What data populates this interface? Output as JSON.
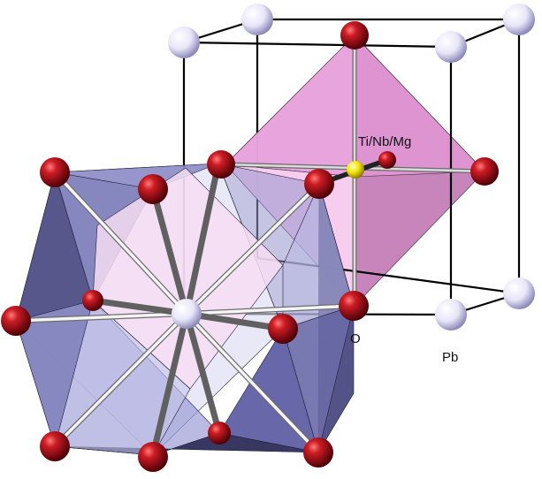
{
  "labels": {
    "center_atom": "Ti/Nb/Mg",
    "oxygen": "O",
    "lead": "Pb"
  },
  "colors": {
    "oxygen_atom": "#a0101a",
    "lead_atom": "#e6e4f7",
    "b_site_atom": "#f2e600",
    "octahedron_fill": "#e9a3dc",
    "cuboctahedron_fill": "#a7a7dc",
    "cell_edge": "#000000",
    "bond": "#8d8d8d"
  }
}
